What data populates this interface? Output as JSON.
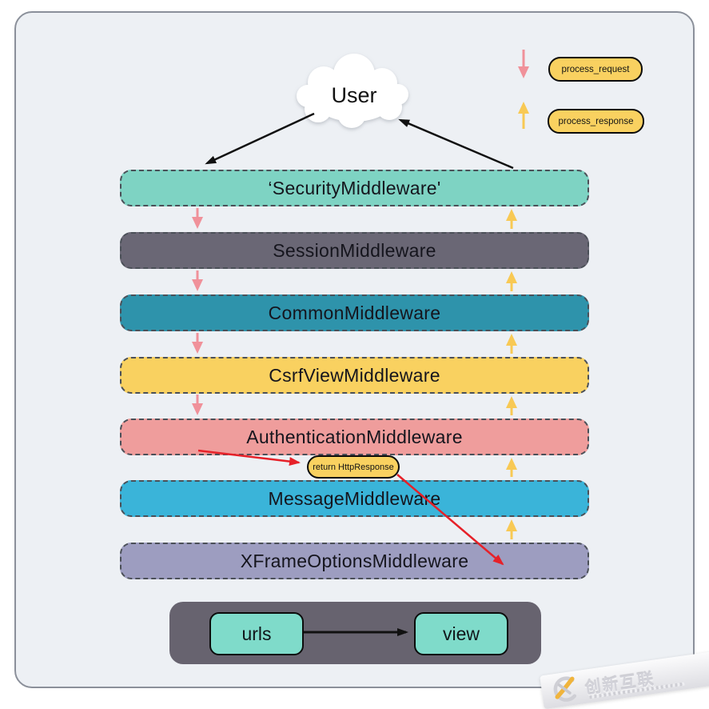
{
  "user_node": {
    "label": "User"
  },
  "legend": {
    "request": {
      "label": "process_request",
      "arrow_color": "#f0919a",
      "pill_color": "#f9d160"
    },
    "response": {
      "label": "process_response",
      "arrow_color": "#f8c954",
      "pill_color": "#f9d160"
    }
  },
  "middlewares": [
    {
      "label": "‘SecurityMiddleware'",
      "color": "#7ed3c3"
    },
    {
      "label": "SessionMiddleware",
      "color": "#6a6775"
    },
    {
      "label": "CommonMiddleware",
      "color": "#2e93ab"
    },
    {
      "label": "CsrfViewMiddleware",
      "color": "#f9d160"
    },
    {
      "label": "AuthenticationMiddleware",
      "color": "#ef9d9c"
    },
    {
      "label": "MessageMiddleware",
      "color": "#3ab4d9"
    },
    {
      "label": "XFrameOptionsMiddleware",
      "color": "#9d9dc0"
    }
  ],
  "annotation": {
    "label": "return HttpResponse",
    "pill_color": "#f9d160",
    "arrow_color": "#e62129"
  },
  "bottom_flow": {
    "container_color": "#67636f",
    "urls_label": "urls",
    "view_label": "view",
    "node_color": "#7fdbca"
  },
  "watermark": {
    "text": "创新互联"
  },
  "colors": {
    "panel_bg": "#edf0f4",
    "panel_border": "#8b909a",
    "dashed_border": "#4b5058",
    "black_arrow": "#111111",
    "red_arrow": "#e62129"
  }
}
